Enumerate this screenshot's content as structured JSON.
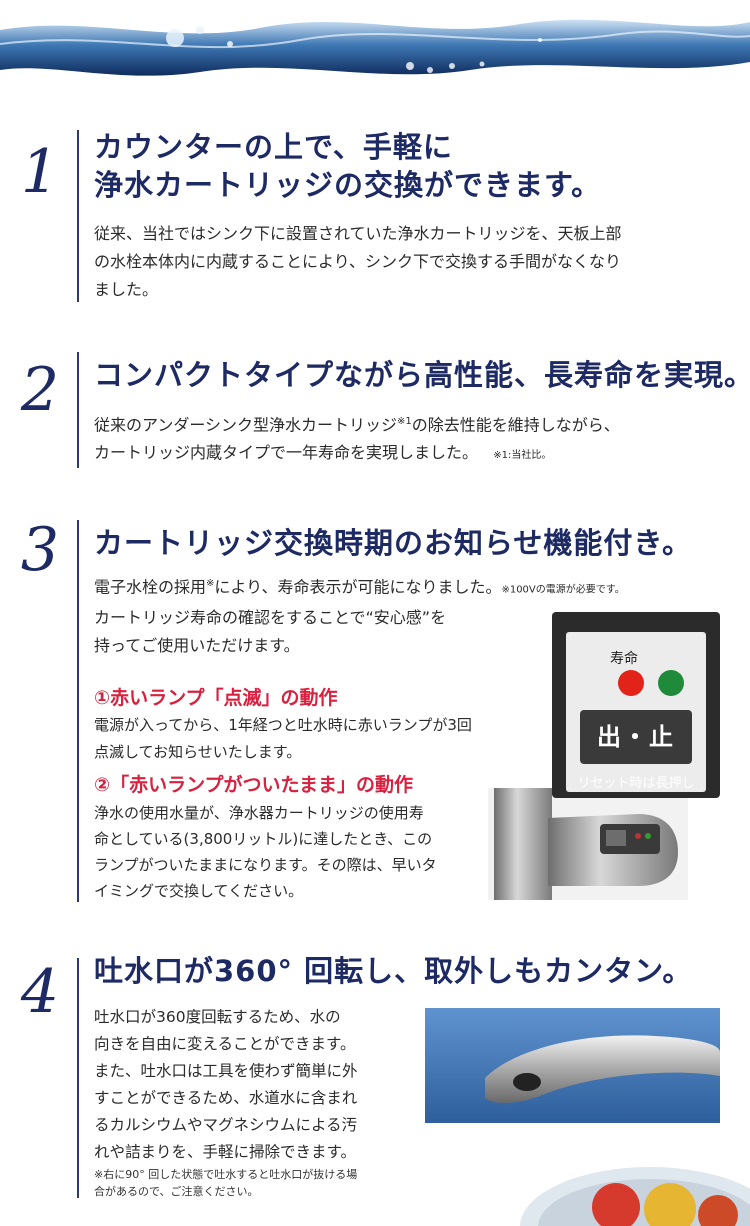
{
  "features": [
    {
      "number": "1",
      "title_lines": [
        "カウンターの上で、手軽に",
        "浄水カートリッジの交換ができます。"
      ],
      "body_lines": [
        "従来、当社ではシンク下に設置されていた浄水カートリッジを、天板上部",
        "の水栓本体内に内蔵することにより、シンク下で交換する手間がなくなり",
        "ました。"
      ]
    },
    {
      "number": "2",
      "title": "コンパクトタイプながら高性能、長寿命を実現。",
      "body_line1_a": "従来のアンダーシンク型浄水カートリッジ",
      "body_line1_sup": "※1",
      "body_line1_b": "の除去性能を維持しながら、",
      "body_line2": "カートリッジ内蔵タイプで一年寿命を実現しました。",
      "footnote": "※1:当社比。"
    },
    {
      "number": "3",
      "title": "カートリッジ交換時期のお知らせ機能付き。",
      "body_line1_a": "電子水栓の採用",
      "body_line1_sup": "※",
      "body_line1_b": "により、寿命表示が可能になりました。",
      "body_line1_note": "※100Vの電源が必要です。",
      "body_line2": "カートリッジ寿命の確認をすることで“安心感”を",
      "body_line3": "持ってご使用いただけます。",
      "sub1_title": "①赤いランプ「点滅」の動作",
      "sub1_lines": [
        "電源が入ってから、1年経つと吐水時に赤いランプが3回",
        "点滅してお知らせいたします。"
      ],
      "sub2_title": "②「赤いランプがついたまま」の動作",
      "sub2_lines": [
        "浄水の使用水量が、浄水器カートリッジの使用寿",
        "命としている(3,800リットル)に達したとき、この",
        "ランプがついたままになります。その際は、早いタ",
        "イミングで交換してください。"
      ],
      "panel": {
        "lamp_label": "寿命",
        "button_label": "出・止",
        "reset_label": "リセット時は長押し",
        "lamp_red": "#e2231a",
        "lamp_green": "#1f8a3a"
      }
    },
    {
      "number": "4",
      "title": "吐水口が360° 回転し、取外しもカンタン。",
      "body_lines": [
        "吐水口が360度回転するため、水の",
        "向きを自由に変えることができます。",
        "また、吐水口は工具を使わず簡単に外",
        "すことができるため、水道水に含まれ",
        "るカルシウムやマグネシウムによる汚",
        "れや詰まりを、手軽に掃除できます。"
      ],
      "note_lines": [
        "※右に90° 回した状態で吐水すると吐水口が抜ける場",
        "合があるので、ご注意ください。"
      ]
    }
  ],
  "colors": {
    "title_navy": "#1d2a63",
    "accent_red": "#d9203e"
  }
}
